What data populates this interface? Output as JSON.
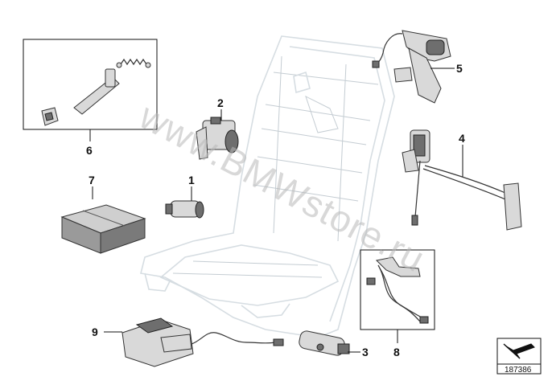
{
  "callouts": {
    "c1": "1",
    "c2": "2",
    "c3": "3",
    "c4": "4",
    "c5": "5",
    "c6": "6",
    "c7": "7",
    "c8": "8",
    "c9": "9"
  },
  "watermark": "www.BMWstore.ru",
  "diagram_id": "187386",
  "colors": {
    "frame": "#d6dde2",
    "parts": "#d9d9d9",
    "line": "#111111"
  }
}
